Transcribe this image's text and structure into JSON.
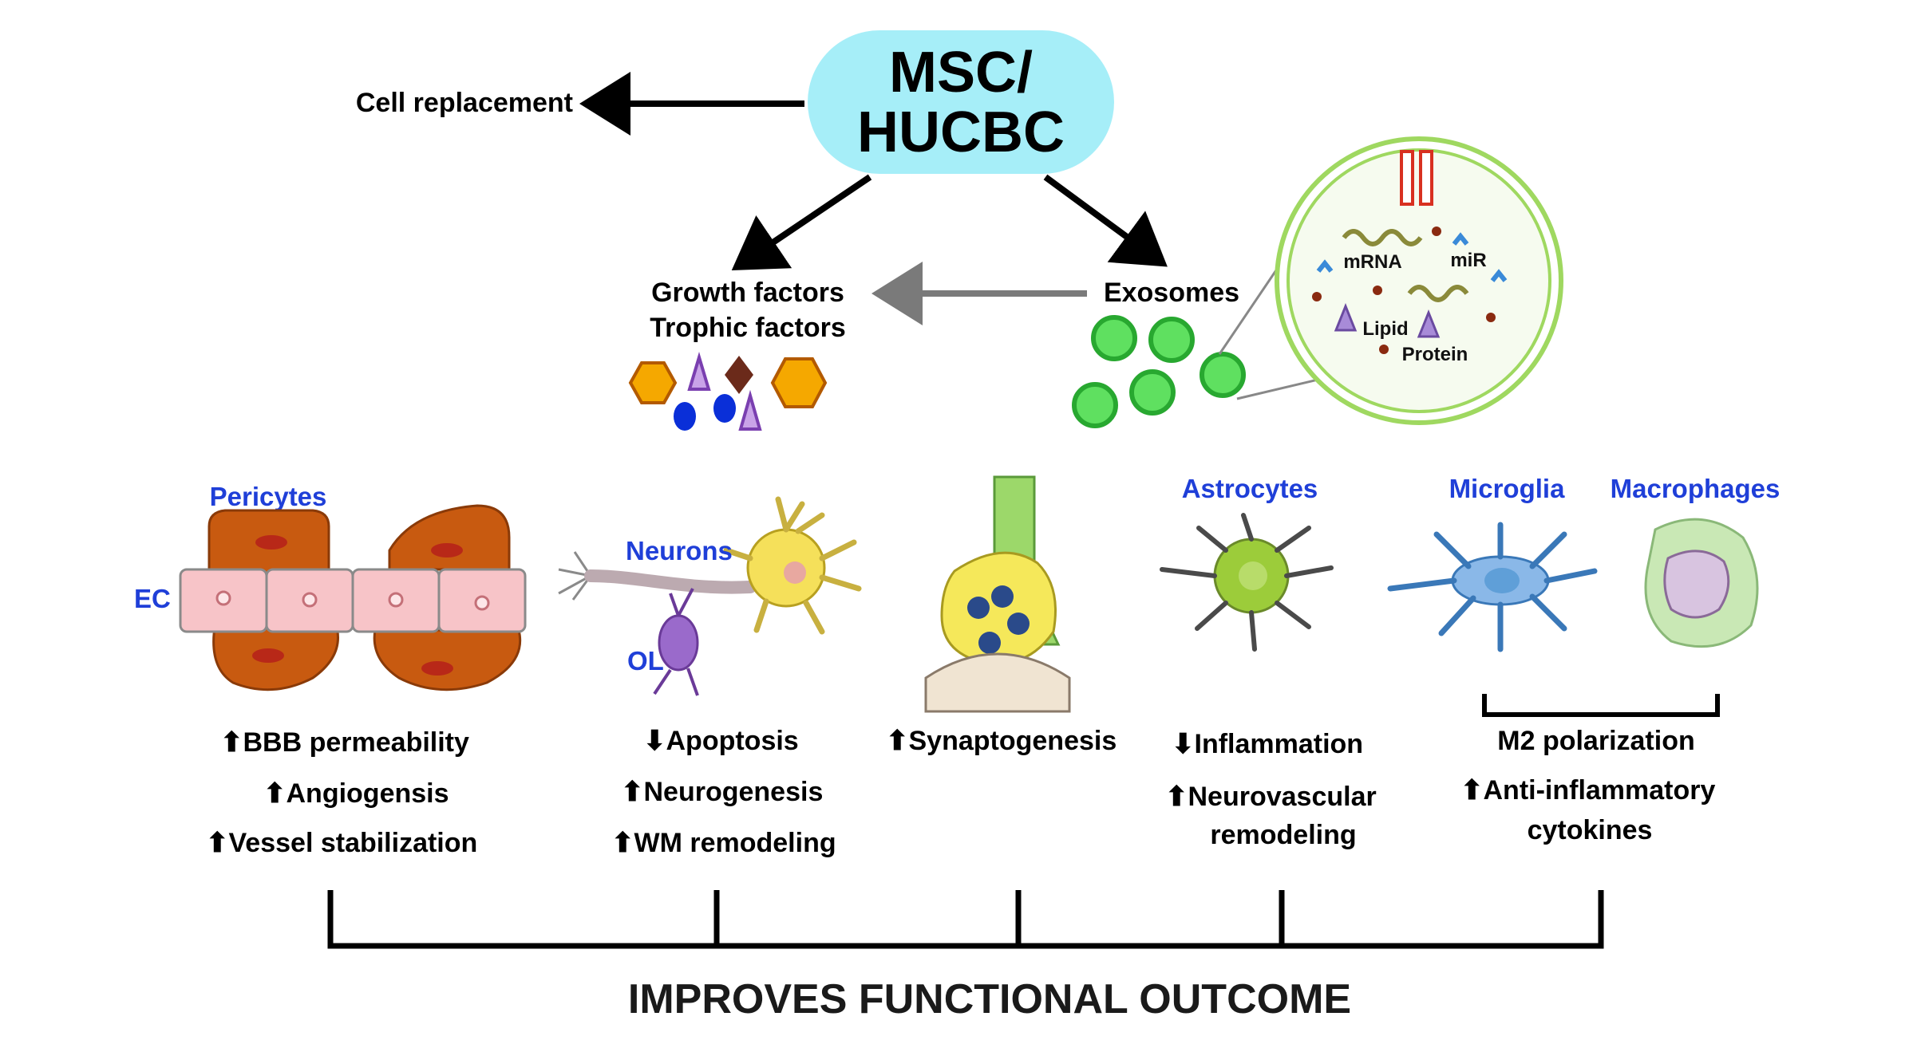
{
  "top": {
    "source_line1": "MSC/",
    "source_line2": "HUCBC",
    "cell_replacement": "Cell replacement",
    "growth_factors": "Growth factors",
    "trophic_factors": "Trophic factors",
    "exosomes": "Exosomes"
  },
  "exosome_contents": {
    "mrna": "mRNA",
    "mir": "miR",
    "lipid": "Lipid",
    "protein": "Protein"
  },
  "cell_labels": {
    "pericytes": "Pericytes",
    "ec": "EC",
    "neurons": "Neurons",
    "ol": "OL",
    "astrocytes": "Astrocytes",
    "microglia": "Microglia",
    "macrophages": "Macrophages"
  },
  "effects": {
    "vascular": [
      "BBB permeability",
      "Angiogensis",
      "Vessel stabilization"
    ],
    "neuronal": [
      "Apoptosis",
      "Neurogenesis",
      "WM remodeling"
    ],
    "synaptic": [
      "Synaptogenesis"
    ],
    "astrocytic": [
      "Inflammation",
      "Neurovascular",
      "remodeling"
    ],
    "immune_bracket": "M2 polarization",
    "immune": [
      "Anti-inflammatory",
      "cytokines"
    ]
  },
  "outcome": "IMPROVES FUNCTIONAL OUTCOME",
  "colors": {
    "msc_fill": "#a6eef8",
    "label_blue": "#1f3fd8",
    "exosome_green": "#3fd44a",
    "pericyte_brown": "#c85a10",
    "ec_pink": "#f7c4c8",
    "neuron_yellow": "#f5e05a",
    "astrocyte_green": "#9ccc3a",
    "microglia_blue": "#5f9fd8",
    "macrophage_green": "#c9e8b5"
  }
}
